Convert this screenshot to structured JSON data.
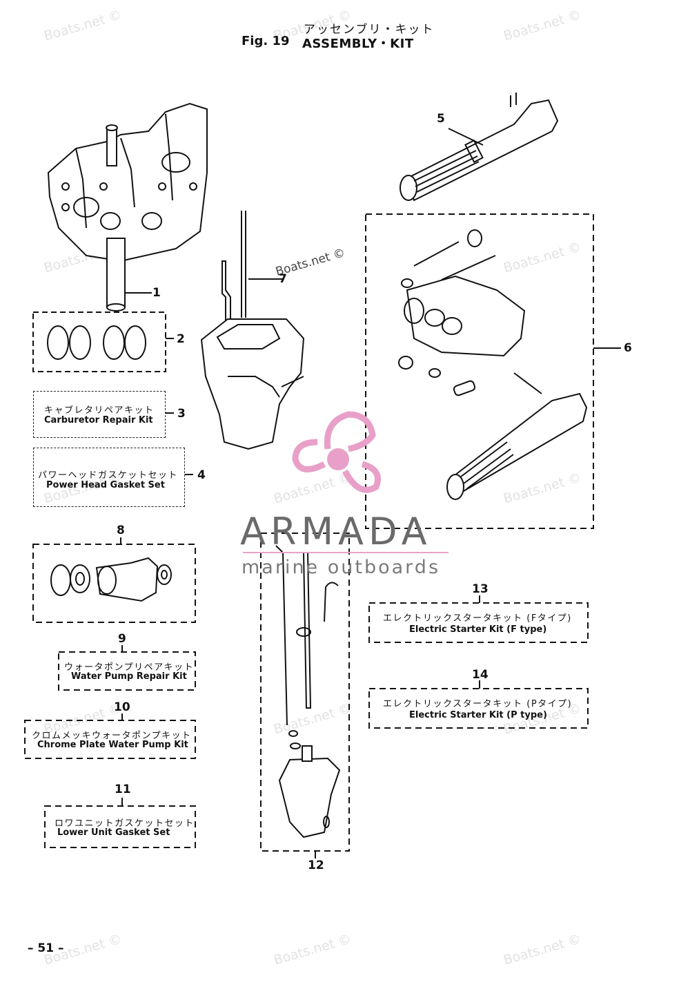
{
  "header": {
    "title_jp": "アッセンブリ・キット",
    "fig_label": "Fig. 19",
    "fig_title": "ASSEMBLY・KIT"
  },
  "callouts": [
    "1",
    "2",
    "3",
    "4",
    "5",
    "6",
    "7",
    "8",
    "9",
    "10",
    "11",
    "12",
    "13",
    "14"
  ],
  "kits": {
    "k3": {
      "jp": "キャブレタリペアキット",
      "en": "Carburetor Repair Kit"
    },
    "k4": {
      "jp": "パワーヘッドガスケットセット",
      "en": "Power Head Gasket Set"
    },
    "k9": {
      "jp": "ウォータポンプリペアキット",
      "en": "Water Pump Repair Kit"
    },
    "k10": {
      "jp": "クロムメッキウォータポンプキット",
      "en": "Chrome Plate Water Pump Kit"
    },
    "k11": {
      "jp": "ロワユニットガスケットセット",
      "en": "Lower Unit Gasket Set"
    },
    "k13": {
      "jp": "エレクトリックスタータキット (Fタイプ)",
      "en": "Electric Starter Kit (F type)"
    },
    "k14": {
      "jp": "エレクトリックスタータキット (Pタイプ)",
      "en": "Electric Starter Kit (P type)"
    }
  },
  "watermark": "Boats.net ©",
  "logo": {
    "title": "ARMADA",
    "subtitle": "marine outboards",
    "color": "#e8a0c8"
  },
  "page_number": "– 51 –"
}
